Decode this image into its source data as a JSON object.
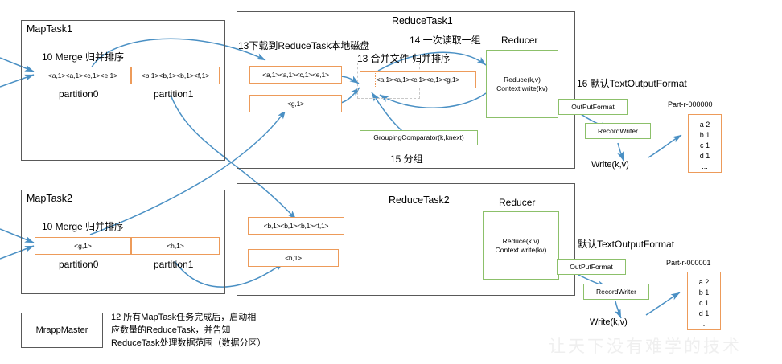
{
  "diagram": {
    "watermark": "让天下没有难学的技术",
    "accent_orange": "#ED9B5A",
    "accent_green": "#8CC06A",
    "arrow_blue": "#4A90C4",
    "container_gray": "#595959"
  },
  "maptask1": {
    "title": "MapTask1",
    "merge_label": "10 Merge 归并排序",
    "partition0_value": "<a,1><a,1><c,1><e,1>",
    "partition1_value": "<b,1><b,1><b,1><f,1>",
    "partition0_label": "partition0",
    "partition1_label": "partition1"
  },
  "maptask2": {
    "title": "MapTask2",
    "merge_label": "10 Merge 归并排序",
    "partition0_value": "<g,1>",
    "partition1_value": "<h,1>",
    "partition0_label": "partition0",
    "partition1_label": "partition1"
  },
  "reducetask1": {
    "title": "ReduceTask1",
    "download_label": "13下载到ReduceTask本地磁盘",
    "input0": "<a,1><a,1><c,1><e,1>",
    "input1": "<g,1>",
    "merge_label": "13 合并文件 归并排序",
    "merged_value": "<a,1><a,1><c,1><e,1><g,1>",
    "read_group_label": "14 一次读取一组",
    "grouping_comparator": "GroupingComparator(k,knext)",
    "group_label": "15 分组",
    "reducer_title": "Reducer",
    "reducer_line1": "Reduce(k,v)",
    "reducer_line2": "Context.write(kv)"
  },
  "reducetask2": {
    "title": "ReduceTask2",
    "input0": "<b,1><b,1><b,1><f,1>",
    "input1": "<h,1>",
    "reducer_title": "Reducer",
    "reducer_line1": "Reduce(k,v)",
    "reducer_line2": "Context.write(kv)"
  },
  "output1": {
    "format_label": "16 默认TextOutputFormat",
    "outputformat": "OutPutFormat",
    "recordwriter": "RecordWriter",
    "write_label": "Write(k,v)",
    "file_name": "Part-r-000000",
    "file_lines": [
      "a 2",
      "b 1",
      "c 1",
      "d 1",
      "..."
    ]
  },
  "output2": {
    "format_label": "默认TextOutputFormat",
    "outputformat": "OutPutFormat",
    "recordwriter": "RecordWriter",
    "write_label": "Write(k,v)",
    "file_name": "Part-r-000001",
    "file_lines": [
      "a 2",
      "b 1",
      "c 1",
      "d 1",
      "..."
    ]
  },
  "master": {
    "box_label": "MrappMaster",
    "note": "12 所有MapTask任务完成后，启动相\n应数量的ReduceTask，并告知\nReduceTask处理数据范围（数据分区）"
  }
}
